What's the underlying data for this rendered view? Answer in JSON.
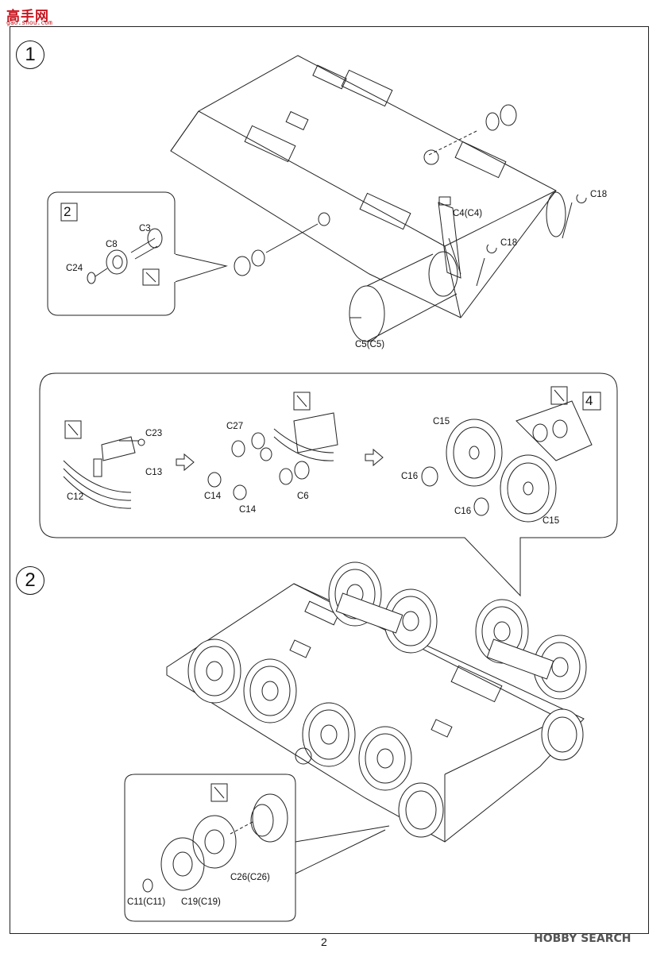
{
  "header": {
    "logo_text": "高手网",
    "logo_sub": "gao.shou.com"
  },
  "steps": {
    "step1": "1",
    "step2": "2"
  },
  "sub_steps": {
    "s2": "2",
    "s4": "4"
  },
  "labels": {
    "c3": "C3",
    "c8": "C8",
    "c24": "C24",
    "c4": "C4(C4)",
    "c18a": "C18",
    "c18b": "C18",
    "c5": "C5(C5)",
    "c23": "C23",
    "c13": "C13",
    "c12": "C12",
    "c27": "C27",
    "c14a": "C14",
    "c14b": "C14",
    "c6": "C6",
    "c15a": "C15",
    "c15b": "C15",
    "c16a": "C16",
    "c16b": "C16",
    "c26": "C26(C26)",
    "c11": "C11(C11)",
    "c19": "C19(C19)"
  },
  "footer": {
    "page_number": "2",
    "watermark": "HOBBY SEARCH"
  }
}
